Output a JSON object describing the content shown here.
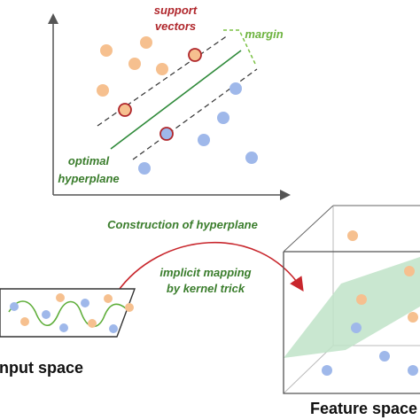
{
  "labels": {
    "support_vectors_line1": "support",
    "support_vectors_line2": "vectors",
    "margin": "margin",
    "optimal_line1": "optimal",
    "optimal_line2": "hyperplane",
    "construction": "Construction of hyperplane",
    "mapping_line1": "implicit mapping",
    "mapping_line2": "by kernel trick",
    "input_space": "Input space",
    "feature_space": "Feature space"
  },
  "colors": {
    "orange_point": "#f6c08f",
    "blue_point": "#9fb8ea",
    "support_vector_ring": "#b0272c",
    "hyperplane_green": "#2f8a3a",
    "margin_green": "#7ac143",
    "label_red": "#b0272c",
    "label_green": "#3a7d2c",
    "arrow_red": "#c8262c",
    "plane_fill": "#bfe3c8",
    "axes": "#555555"
  }
}
